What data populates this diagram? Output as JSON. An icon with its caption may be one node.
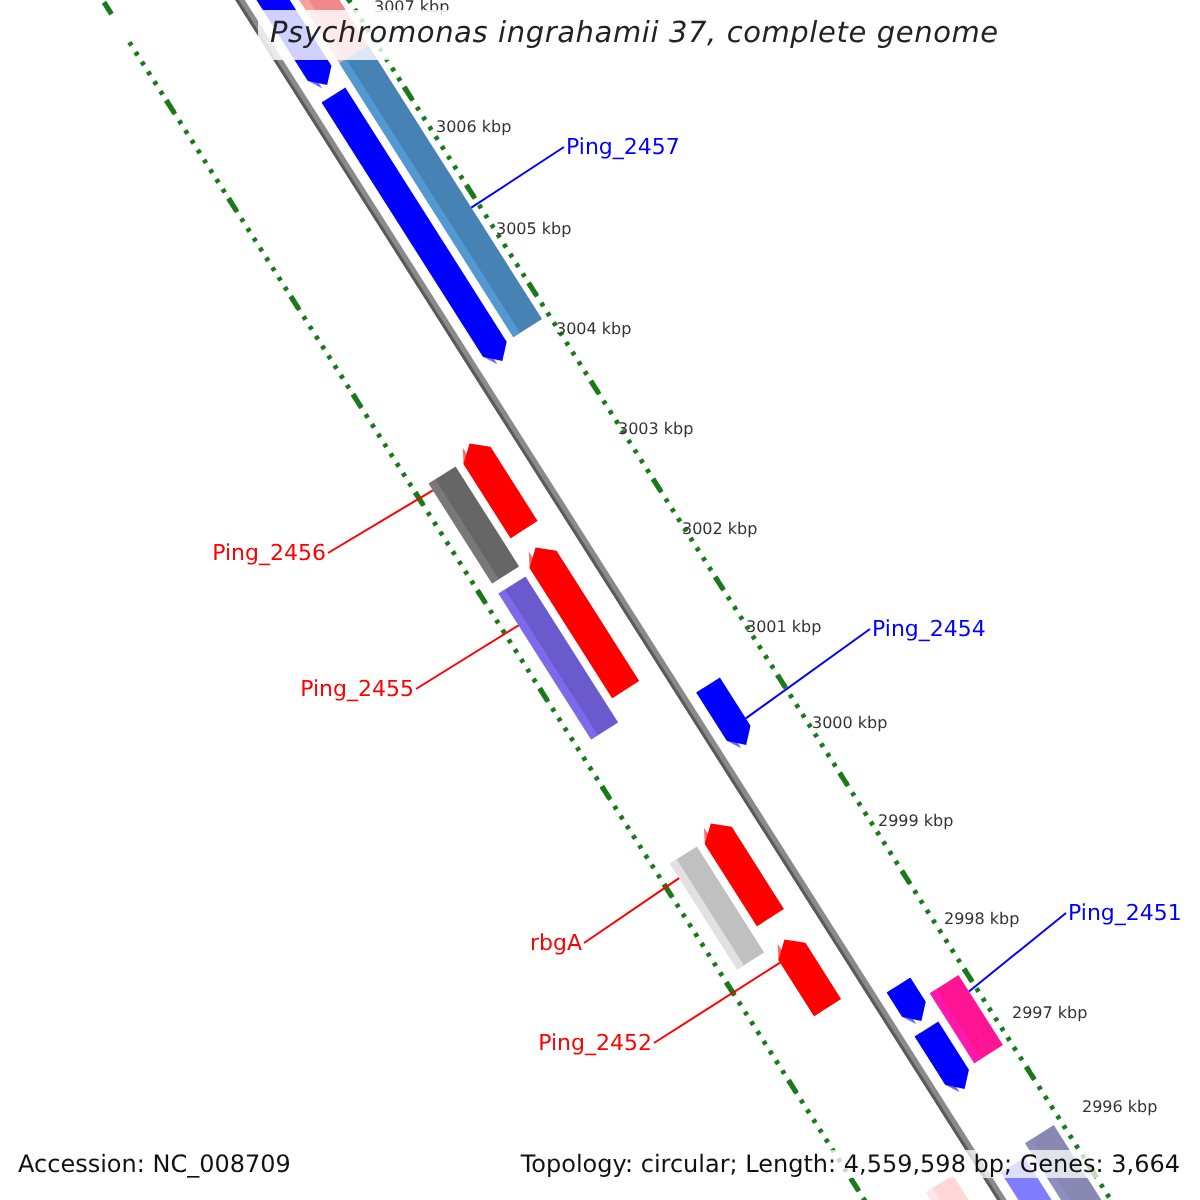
{
  "diagram": {
    "title": "Psychromonas ingrahamii 37, complete genome",
    "nodes": [
      {
        "text": [
          "Ping_2457"
        ]
      },
      {
        "text": [
          "Ping_2456"
        ]
      },
      {
        "text": [
          "Ping_2454"
        ]
      },
      {
        "text": [
          "Ping_2455"
        ]
      },
      {
        "text": [
          "Ping_2451"
        ]
      },
      {
        "text": [
          "rbgA"
        ]
      },
      {
        "text": [
          "Ping_2452"
        ]
      },
      {
        "text": [],
        "shape": "bar"
      },
      {
        "text": [],
        "shape": "bar"
      },
      {
        "text": [],
        "shape": "bar"
      },
      {
        "text": [],
        "shape": "arrow"
      },
      {
        "text": [],
        "shape": "bar"
      },
      {
        "text": [],
        "shape": "arrow"
      },
      {
        "text": [],
        "shape": "bar"
      }
    ],
    "edges": [
      {
        "from": 0,
        "to": 7,
        "arrow": "none",
        "color": "#0000ff"
      },
      {
        "from": 1,
        "to": 8,
        "arrow": "none"
      },
      {
        "from": 2,
        "to": 10,
        "arrow": "none",
        "color": "#0000ff"
      },
      {
        "from": 3,
        "to": 9,
        "arrow": "none"
      },
      {
        "from": 4,
        "to": 13,
        "arrow": "none",
        "color": "#0000ff"
      },
      {
        "from": 5,
        "to": 11,
        "arrow": "none"
      },
      {
        "from": 6,
        "to": 12,
        "arrow": "none"
      }
    ],
    "labels": [
      "3007 kbp",
      "3006 kbp",
      "3005 kbp",
      "3004 kbp",
      "3003 kbp",
      "3002 kbp",
      "3001 kbp",
      "3000 kbp",
      "2999 kbp",
      "2998 kbp",
      "2997 kbp",
      "2996 kbp",
      "Accession: NC_008709",
      "Topology: circular; Length: 4,559,598 bp; Genes: 3,664"
    ]
  }
}
